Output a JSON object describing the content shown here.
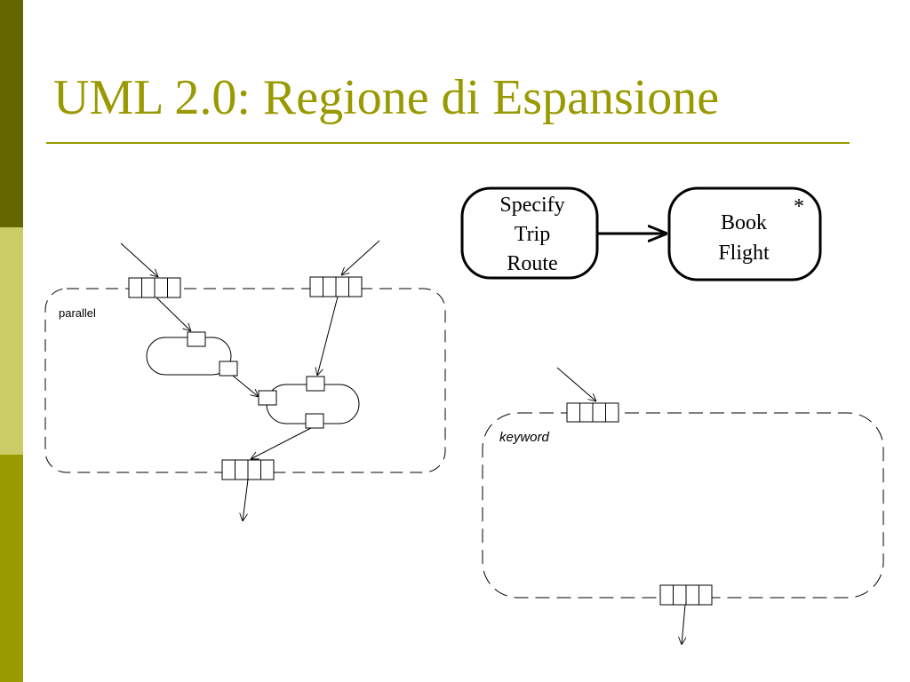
{
  "slide": {
    "title": "UML 2.0: Regione di Espansione",
    "colors": {
      "accent": "#999900",
      "sidebar_dark": "#666600",
      "sidebar_light": "#cccc66"
    }
  },
  "diagram_parallel": {
    "region_label": "parallel"
  },
  "diagram_actions": {
    "action1_lines": [
      "Specify",
      "Trip",
      "Route"
    ],
    "action2_lines": [
      "Book",
      "Flight"
    ],
    "action2_marker": "*"
  },
  "diagram_keyword": {
    "region_label": "keyword"
  }
}
